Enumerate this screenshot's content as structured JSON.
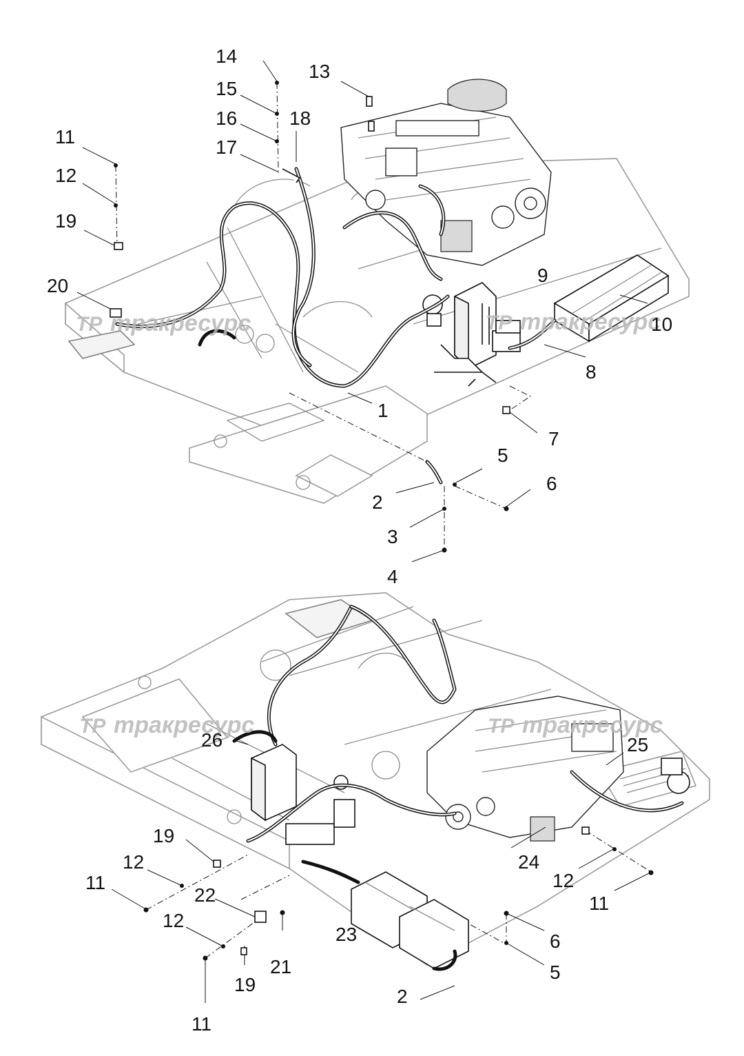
{
  "watermark": {
    "text": "тракресурс",
    "logo": "ТР",
    "color": "#b8b8b8"
  },
  "callouts_top": [
    "14",
    "13",
    "15",
    "16",
    "18",
    "11",
    "17",
    "12",
    "19",
    "20",
    "9",
    "10",
    "8",
    "1",
    "7",
    "5",
    "6",
    "2",
    "3",
    "4"
  ],
  "callouts_bottom": [
    "26",
    "25",
    "19",
    "12",
    "11",
    "22",
    "24",
    "12",
    "11",
    "12",
    "23",
    "6",
    "21",
    "2",
    "5",
    "19",
    "11"
  ],
  "colors": {
    "line": "#111111",
    "frame": "#9a9a9a",
    "background": "#ffffff"
  }
}
